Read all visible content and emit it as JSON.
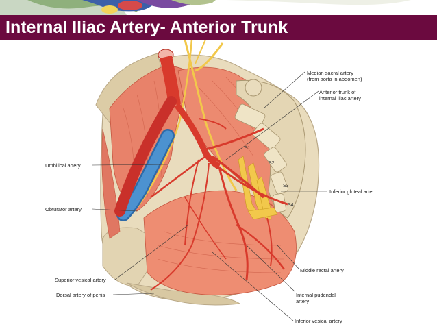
{
  "title": "Internal Iliac Artery- Anterior Trunk",
  "labels": {
    "median_sacral_1": "Median sacral artery",
    "median_sacral_2": "(from aorta in abdomen)",
    "anterior_trunk_1": "Anterior trunk of",
    "anterior_trunk_2": "internal iliac artery",
    "umbilical": "Umbilical artery",
    "inferior_gluteal": "Inferior gluteal arte",
    "obturator": "Obturator artery",
    "middle_rectal": "Middle rectal artery",
    "superior_vesical": "Superior vesical artery",
    "dorsal_penis": "Dorsal artery of penis",
    "internal_pudendal_1": "Internal pudendal",
    "internal_pudendal_2": "artery",
    "inferior_vesical": "Inferior vesical artery"
  },
  "vertebra_labels": [
    "S1",
    "S2",
    "S3",
    "S4"
  ],
  "colors": {
    "title_bg": "#6b0a3f",
    "muscle": "#e8826a",
    "bone": "#e9dcbd",
    "artery": "#d83a2c",
    "vein": "#3c82c0",
    "nerve": "#f2c84b"
  }
}
